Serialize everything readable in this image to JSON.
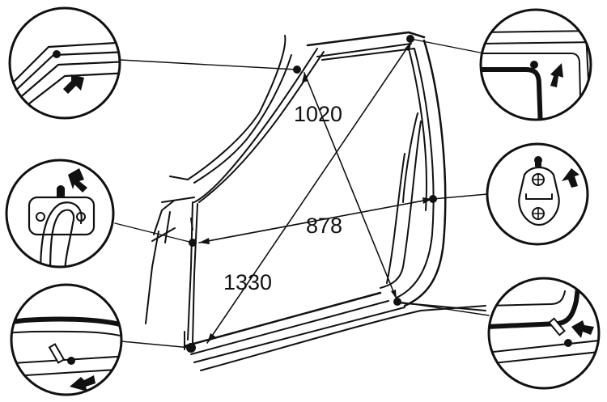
{
  "dimensions": {
    "upper_diagonal": "1020",
    "horizontal": "878",
    "lower_diagonal": "1330"
  },
  "colors": {
    "ink": "#111111",
    "background": "#ffffff"
  },
  "detail_callouts": [
    {
      "id": "top-left",
      "icon": "frame-corner-detail"
    },
    {
      "id": "middle-left",
      "icon": "mounting-bracket-detail"
    },
    {
      "id": "bottom-left",
      "icon": "sill-corner-detail"
    },
    {
      "id": "top-right",
      "icon": "frame-corner-detail"
    },
    {
      "id": "middle-right",
      "icon": "hinge-plate-detail"
    },
    {
      "id": "bottom-right",
      "icon": "sill-corner-detail"
    }
  ]
}
